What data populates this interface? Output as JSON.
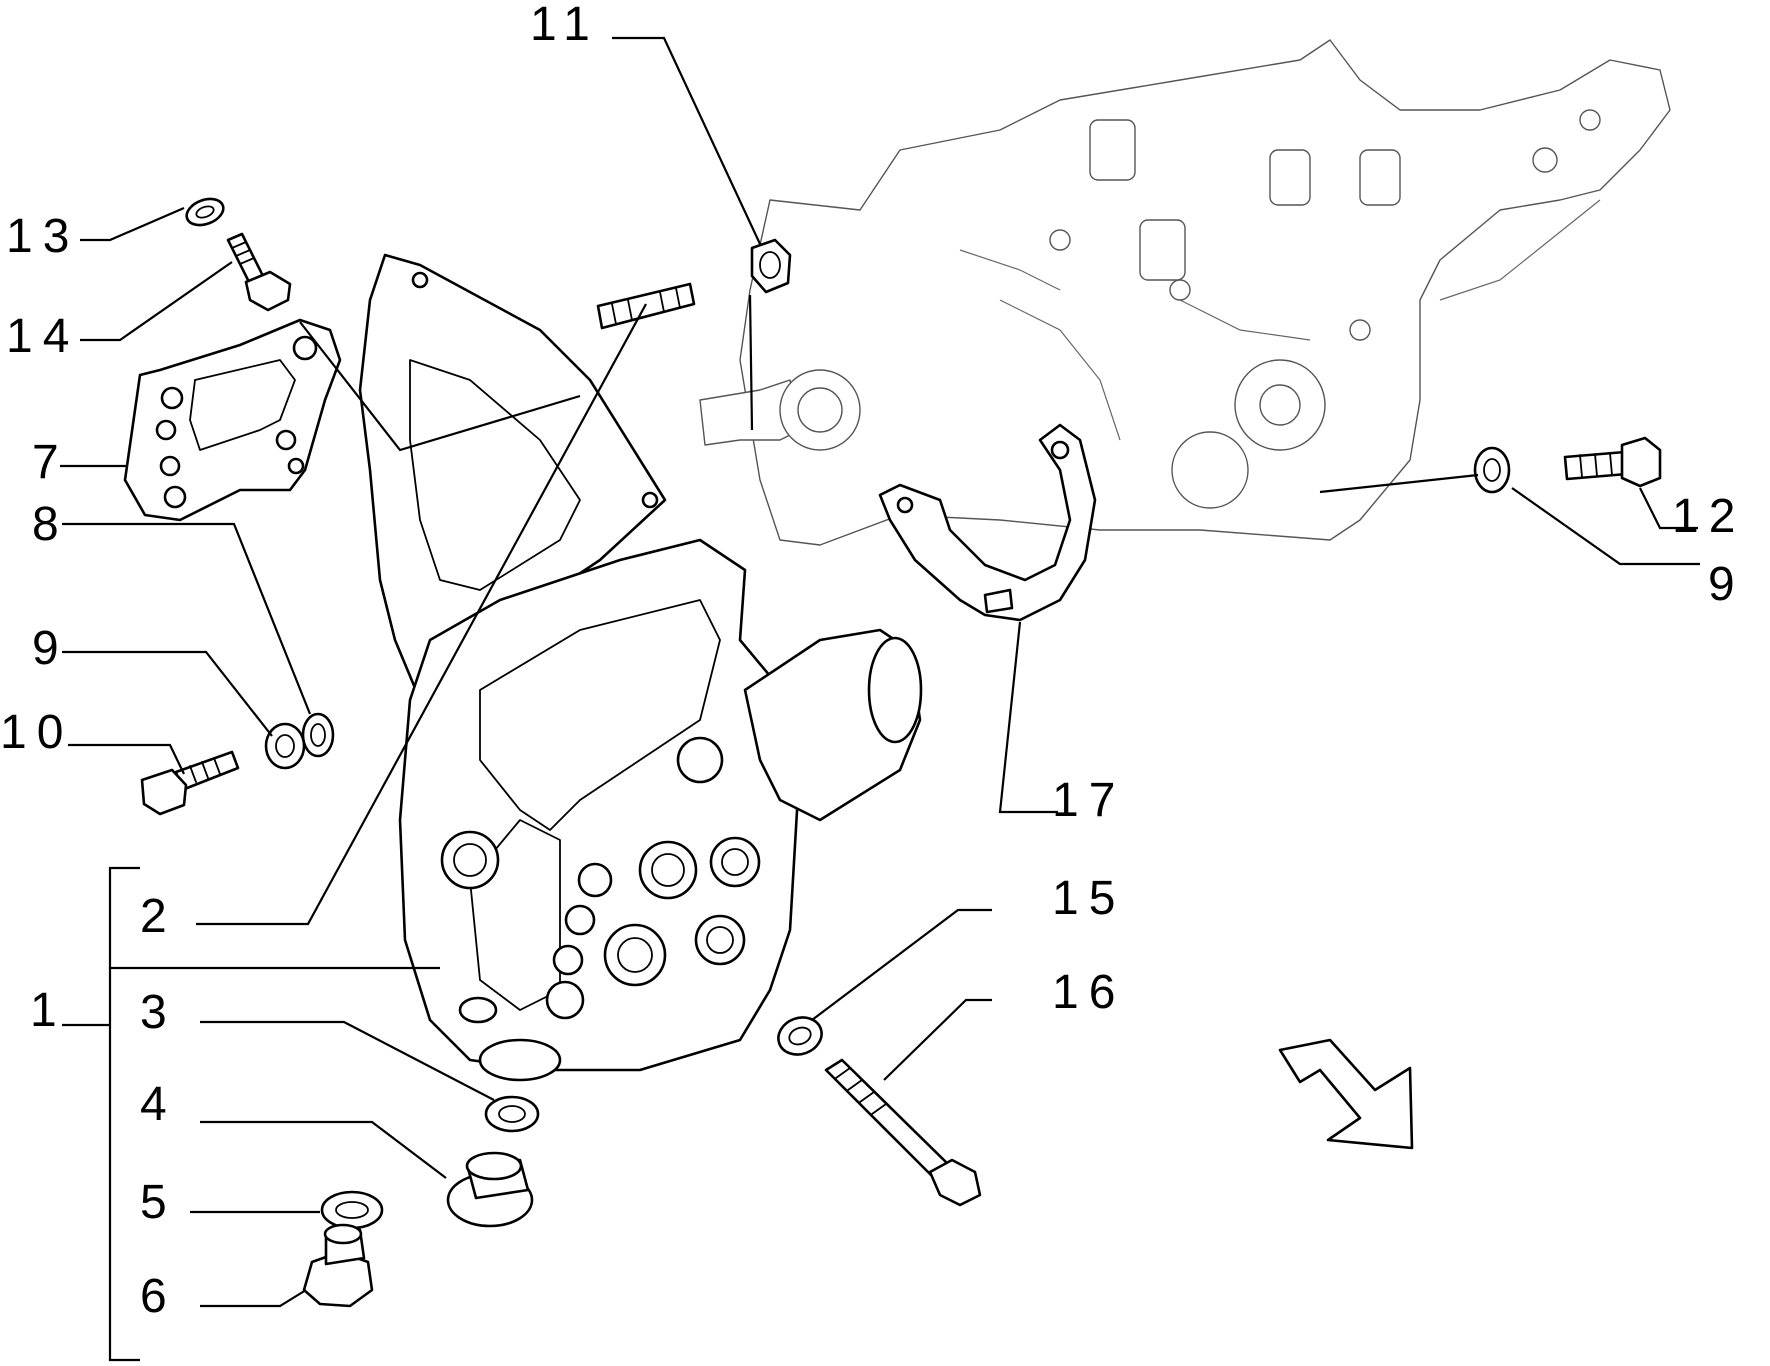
{
  "callouts": [
    {
      "id": "c1",
      "label": "1"
    },
    {
      "id": "c2",
      "label": "2"
    },
    {
      "id": "c3",
      "label": "3"
    },
    {
      "id": "c4",
      "label": "4"
    },
    {
      "id": "c5",
      "label": "5"
    },
    {
      "id": "c6",
      "label": "6"
    },
    {
      "id": "c7",
      "label": "7"
    },
    {
      "id": "c8",
      "label": "8"
    },
    {
      "id": "c9a",
      "label": "9"
    },
    {
      "id": "c9b",
      "label": "9"
    },
    {
      "id": "c10",
      "label": "10"
    },
    {
      "id": "c11",
      "label": "11"
    },
    {
      "id": "c12",
      "label": "12"
    },
    {
      "id": "c13",
      "label": "13"
    },
    {
      "id": "c14",
      "label": "14"
    },
    {
      "id": "c15",
      "label": "15"
    },
    {
      "id": "c16",
      "label": "16"
    },
    {
      "id": "c17",
      "label": "17"
    }
  ],
  "colors": {
    "line": "#000000",
    "background": "#ffffff"
  },
  "icons": {
    "orientation_arrow": "arrow-down-right-icon"
  }
}
